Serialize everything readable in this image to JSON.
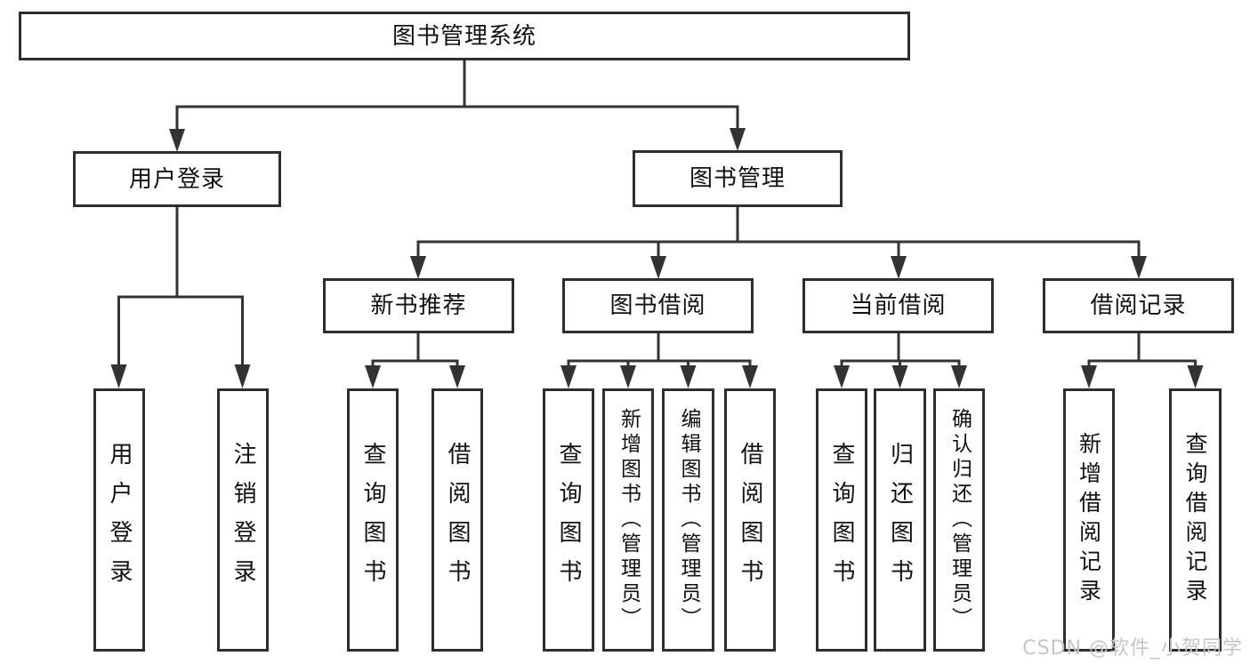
{
  "colors": {
    "line": "#333333",
    "box_border": "#2e2e2e",
    "text": "#111111",
    "background": "#ffffff",
    "watermark": "#c6c6c6"
  },
  "tree": {
    "root": {
      "label": "图书管理系统"
    },
    "branches": [
      {
        "label": "用户登录",
        "children": [
          {
            "label": "用户登录"
          },
          {
            "label": "注销登录"
          }
        ]
      },
      {
        "label": "图书管理",
        "children": [
          {
            "label": "新书推荐",
            "children": [
              {
                "label": "查询图书"
              },
              {
                "label": "借阅图书"
              }
            ]
          },
          {
            "label": "图书借阅",
            "children": [
              {
                "label": "查询图书"
              },
              {
                "label": "新增图书（管理员）"
              },
              {
                "label": "编辑图书（管理员）"
              },
              {
                "label": "借阅图书"
              }
            ]
          },
          {
            "label": "当前借阅",
            "children": [
              {
                "label": "查询图书"
              },
              {
                "label": "归还图书"
              },
              {
                "label": "确认归还（管理员）"
              }
            ]
          },
          {
            "label": "借阅记录",
            "children": [
              {
                "label": "新增借阅记录"
              },
              {
                "label": "查询借阅记录"
              }
            ]
          }
        ]
      }
    ]
  },
  "watermark": {
    "text": "CSDN @软件_小贺同学"
  }
}
